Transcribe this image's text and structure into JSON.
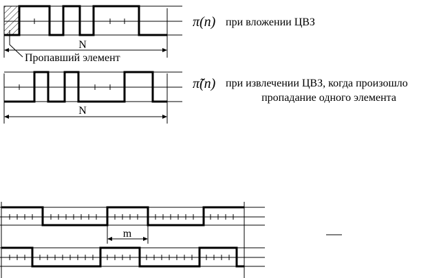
{
  "diagram1": {
    "math_label": "π(n)",
    "caption": "при вложении ЦВЗ",
    "missing_label": "Пропавший элемент",
    "n_label": "N"
  },
  "diagram2": {
    "math_label": "π̃(n)",
    "caption_line1": "при извлечении ЦВЗ, когда произошло",
    "caption_line2": "пропадание одного элемента",
    "n_label": "N"
  },
  "diagram3": {
    "m_label": "m"
  }
}
